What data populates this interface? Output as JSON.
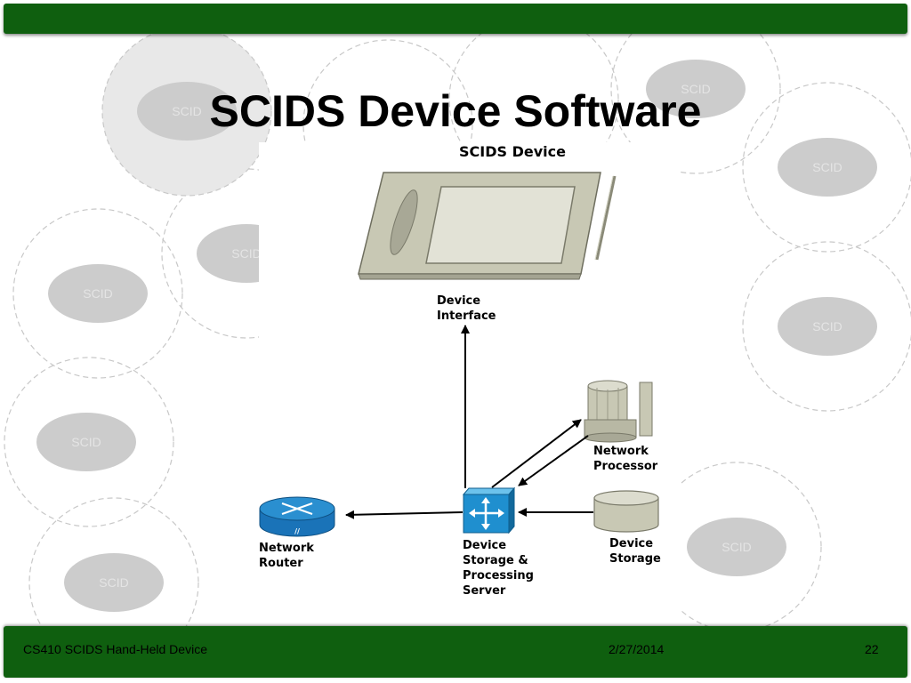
{
  "slide": {
    "title": "SCIDS Device Software",
    "background_watermark": "SCID",
    "colors": {
      "bar_green": "#0f5f0f",
      "bubble_gray": "#cccccc",
      "device_body": "#c8c8b4",
      "switch_blue": "#1f8fcf",
      "router_blue": "#2a8fd0"
    }
  },
  "diagram": {
    "top_label": "SCIDS Device",
    "nodes": [
      {
        "id": "device-interface",
        "lines": [
          "Device",
          "Interface"
        ],
        "icon": "tablet-device-icon"
      },
      {
        "id": "network-processor",
        "lines": [
          "Network",
          "Processor"
        ],
        "icon": "network-processor-icon"
      },
      {
        "id": "device-storage",
        "lines": [
          "Device",
          "Storage"
        ],
        "icon": "storage-cylinder-icon"
      },
      {
        "id": "server",
        "lines": [
          "Device",
          "Storage &",
          "Processing",
          "Server"
        ],
        "icon": "switch-server-icon"
      },
      {
        "id": "network-router",
        "lines": [
          "Network",
          "Router"
        ],
        "icon": "router-icon"
      }
    ]
  },
  "footer": {
    "left": "CS410 SCIDS Hand-Held Device",
    "date": "2/27/2014",
    "page": "22"
  }
}
